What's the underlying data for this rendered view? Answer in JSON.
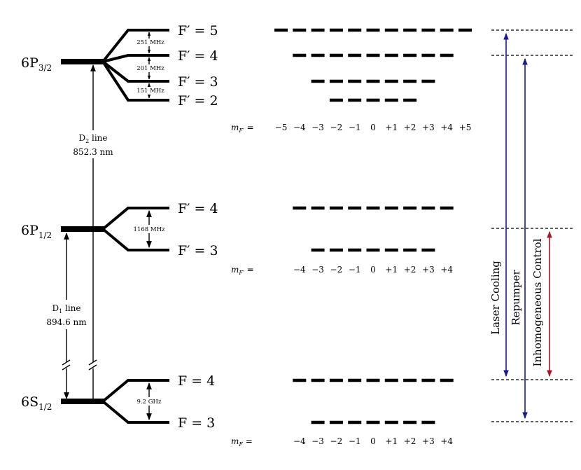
{
  "fine_levels": [
    {
      "base": "6P",
      "sub": "3/2"
    },
    {
      "base": "6P",
      "sub": "1/2"
    },
    {
      "base": "6S",
      "sub": "1/2"
    }
  ],
  "hyperfine_labels": {
    "p32": [
      "F′ = 5",
      "F′ = 4",
      "F′ = 3",
      "F′ = 2"
    ],
    "p12": [
      "F′ = 4",
      "F′ = 3"
    ],
    "s12": [
      "F = 4",
      "F = 3"
    ]
  },
  "splittings": {
    "p32": [
      "251 MHz",
      "201 MHz",
      "151 MHz"
    ],
    "p12": "1168 MHz",
    "s12": "9.2 GHz"
  },
  "d2_line": {
    "name_base": "D",
    "name_sub": "2",
    "name_rest": " line",
    "wavelength": "852.3 nm"
  },
  "d1_line": {
    "name_base": "D",
    "name_sub": "1",
    "name_rest": " line",
    "wavelength": "894.6 nm"
  },
  "mf_rows": [
    {
      "label_base": "m",
      "label_sub": "F′",
      "label_eq": " =",
      "values": [
        "−5",
        "−4",
        "−3",
        "−2",
        "−1",
        "0",
        "+1",
        "+2",
        "+3",
        "+4",
        "+5"
      ]
    },
    {
      "label_base": "m",
      "label_sub": "F′",
      "label_eq": " =",
      "values": [
        "−4",
        "−3",
        "−2",
        "−1",
        "0",
        "+1",
        "+2",
        "+3",
        "+4"
      ]
    },
    {
      "label_base": "m",
      "label_sub": "F",
      "label_eq": " =",
      "values": [
        "−4",
        "−3",
        "−2",
        "−1",
        "0",
        "+1",
        "+2",
        "+3",
        "+4"
      ]
    }
  ],
  "sublevel_counts": {
    "p32": [
      11,
      9,
      7,
      5
    ],
    "p12": [
      9,
      7
    ],
    "s12": [
      9,
      7
    ]
  },
  "transitions": {
    "laser_cooling": "Laser Cooling",
    "repumper": "Repumper",
    "inhomogeneous": "Inhomogeneous Control"
  },
  "colors": {
    "blue": "#1a1a8c",
    "red": "#b0102a",
    "line": "#000000"
  }
}
